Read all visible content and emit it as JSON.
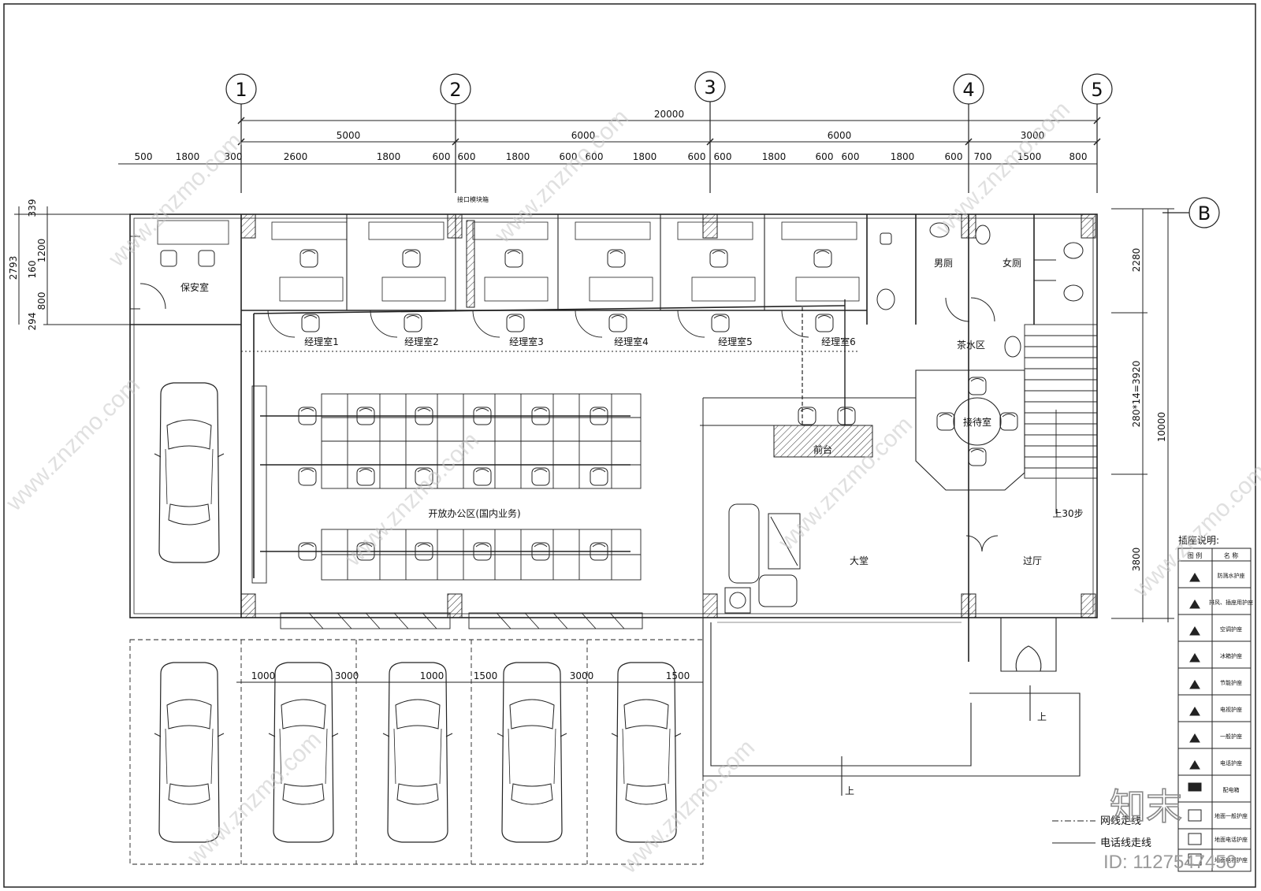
{
  "axes": {
    "labels": [
      "1",
      "2",
      "3",
      "4",
      "5"
    ],
    "row_label": "B"
  },
  "dims": {
    "total_top": "20000",
    "bays_top": [
      "5000",
      "6000",
      "6000",
      "3000"
    ],
    "details_top": [
      "500",
      "1800",
      "300",
      "2600",
      "1800",
      "600",
      "600",
      "1800",
      "600",
      "600",
      "1800",
      "600",
      "600",
      "1800",
      "600",
      "600",
      "1800",
      "600",
      "700",
      "1500",
      "800"
    ],
    "left_side": [
      "2793",
      "339",
      "1200",
      "160",
      "800",
      "294"
    ],
    "right_side": [
      "2280",
      "280*14=3920",
      "10000",
      "3800"
    ],
    "parking": [
      "1000",
      "3000",
      "1000",
      "1500",
      "3000",
      "1500"
    ]
  },
  "rooms": {
    "security": "保安室",
    "managers": [
      "经理室1",
      "经理室2",
      "经理室3",
      "经理室4",
      "经理室5",
      "经理室6"
    ],
    "men_wc": "男厕",
    "women_wc": "女厕",
    "tea": "茶水区",
    "reception": "接待室",
    "front_desk": "前台",
    "open_office": "开放办公区(国内业务)",
    "lobby": "大堂",
    "hall": "过厅",
    "stairs_note": "上30步",
    "up_1": "上",
    "up_2": "上",
    "switch_note": "接口模块箱"
  },
  "legend": {
    "title": "插座说明:",
    "header": [
      "图 例",
      "名 称"
    ],
    "items": [
      "防溅水护座",
      "排风、插座用护座",
      "空调护座",
      "冰箱护座",
      "节能护座",
      "电视护座",
      "一般护座",
      "电话护座",
      "配电箱",
      "地面一般护座",
      "地面电话护座",
      "地面电视护座"
    ]
  },
  "line_legend": {
    "network": "网线走线",
    "phone": "电话线走线"
  },
  "watermark": {
    "text": "www.znzmo.com",
    "logo": "知末",
    "id": "ID: 1127547450"
  }
}
